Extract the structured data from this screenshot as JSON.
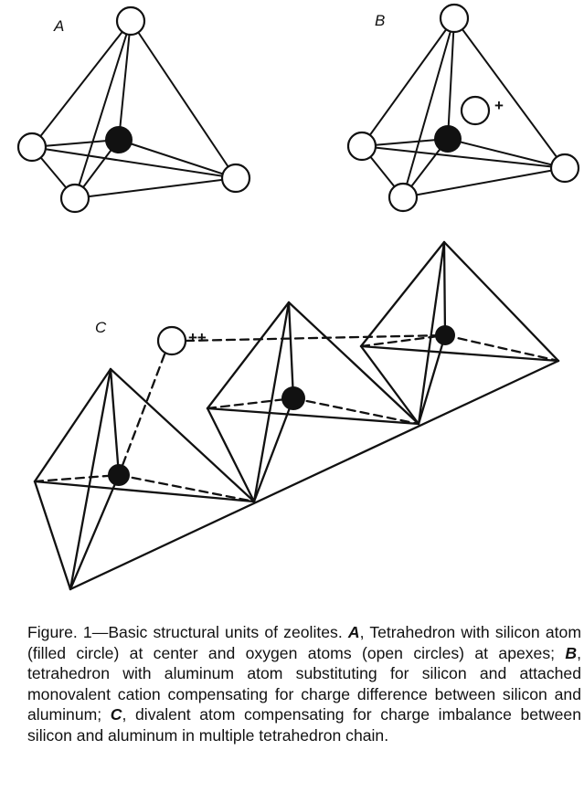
{
  "diagram": {
    "labels": {
      "a": "A",
      "b": "B",
      "c": "C"
    },
    "charges": {
      "monovalent": "+",
      "divalent": "++"
    }
  },
  "caption": {
    "figure_label": "Figure. 1",
    "dash": "—",
    "title": "Basic structural units of zeolites. ",
    "a_letter": "A",
    "a_text": ", Tetrahedron with silicon atom (filled circle) at center and oxygen atoms (open circles) at apexes; ",
    "b_letter": "B",
    "b_text": ", tetrahedron with aluminum atom substituting for silicon and attached monovalent cation compensating for charge difference between silicon and aluminum; ",
    "c_letter": "C",
    "c_text": ", divalent atom compensating for charge imbalance between silicon and aluminum in multiple tetrahedron chain."
  },
  "colors": {
    "line": "#111111",
    "background": "#ffffff"
  }
}
